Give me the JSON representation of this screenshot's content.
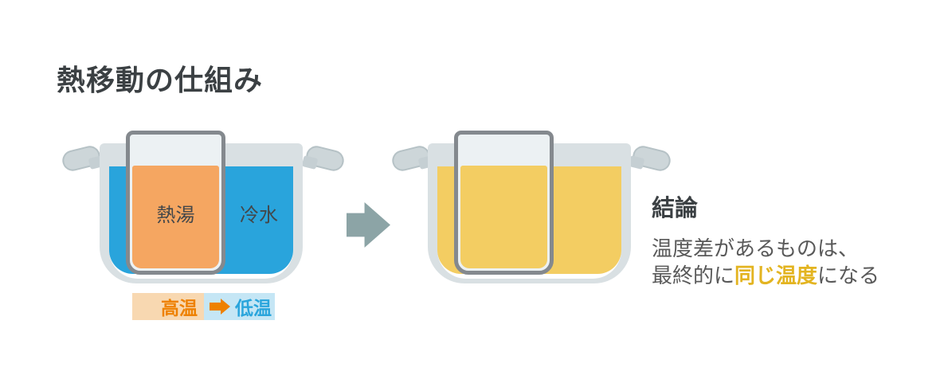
{
  "title": "熱移動の仕組み",
  "before_pot": {
    "glass_liquid_label": "熱湯",
    "pot_water_label": "冷水"
  },
  "flow_badge": {
    "hot_label": "高温",
    "cold_label": "低温"
  },
  "conclusion": {
    "heading": "結論",
    "line1": "温度差があるものは、",
    "line2_prefix": "最終的に",
    "line2_highlight": "同じ温度",
    "line2_suffix": "になる"
  },
  "colors": {
    "title_text": "#3B4043",
    "body_text": "#595959",
    "highlight_text": "#E3B421",
    "hot_water": "#F5A661",
    "cold_water": "#29A4DC",
    "mixed_water": "#F3CD62",
    "pot_gray": "#D9E0E3",
    "glass_border": "#84898E",
    "flow_arrow": "#8CA4A6",
    "badge_hot_bg": "#F8D8B1",
    "badge_cold_bg": "#C5E6F5",
    "badge_hot_text": "#EE8100",
    "badge_cold_text": "#2AA5DC"
  }
}
